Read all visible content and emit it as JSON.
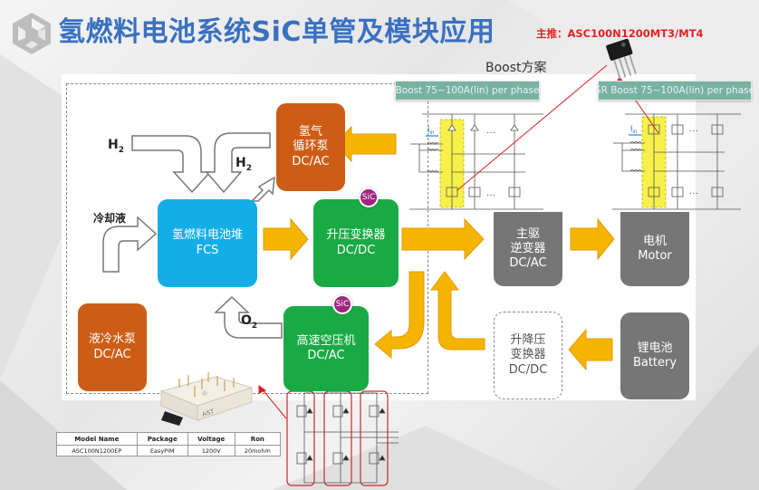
{
  "slide": {
    "title": "氢燃料电池系统SiC单管及模块应用",
    "main_recommend": "主推：ASC100N1200MT3/MT4",
    "boost_scheme_label": "Boost方案",
    "colors": {
      "title": "#3a70c0",
      "recommend": "#e52222",
      "orange_block": "#cd5d16",
      "blue_block": "#13aee8",
      "green_block": "#1aaa45",
      "gray_block": "#767676",
      "flow_arrow": "#f5b400",
      "sic_badge": "#a0267f",
      "circuit_highlight": "#f7f04a",
      "pointer_line": "#d42020"
    }
  },
  "diagram": {
    "labels": {
      "h2_in": "H",
      "h2_in_sub": "2",
      "h2_return": "H",
      "h2_return_sub": "2",
      "coolant": "冷却液",
      "o2": "O",
      "o2_sub": "2"
    },
    "blocks": {
      "h2_pump": [
        "氢气",
        "循环泵",
        "DC/AC"
      ],
      "fcs": [
        "氢燃料电池堆",
        "FCS"
      ],
      "boost_dcdc": [
        "升压变换器",
        "DC/DC"
      ],
      "coolant_pump": [
        "液冷水泵",
        "DC/AC"
      ],
      "air_compressor": [
        "高速空压机",
        "DC/AC"
      ],
      "main_inverter": [
        "主驱",
        "逆变器",
        "DC/AC"
      ],
      "motor": [
        "电机",
        "Motor"
      ],
      "buck_boost": [
        "升降压",
        "变换器",
        "DC/DC"
      ],
      "battery": [
        "锂电池",
        "Battery"
      ]
    },
    "sic_badge": "SiC"
  },
  "circuits": {
    "boost_header": "Boost 75~100A(lin) per phase",
    "sr_boost_header": "SR Boost 75~100A(lin) per phase",
    "input_current_label": "I",
    "input_current_sub": "in",
    "ellipsis": "···"
  },
  "spec_table": {
    "headers": [
      "Model Name",
      "Package",
      "Voltage",
      "Ron"
    ],
    "rows": [
      [
        "ASC100N1200EP",
        "EasyPIM",
        "1200V",
        "20mohm"
      ]
    ]
  },
  "module": {
    "brand": "AST"
  }
}
